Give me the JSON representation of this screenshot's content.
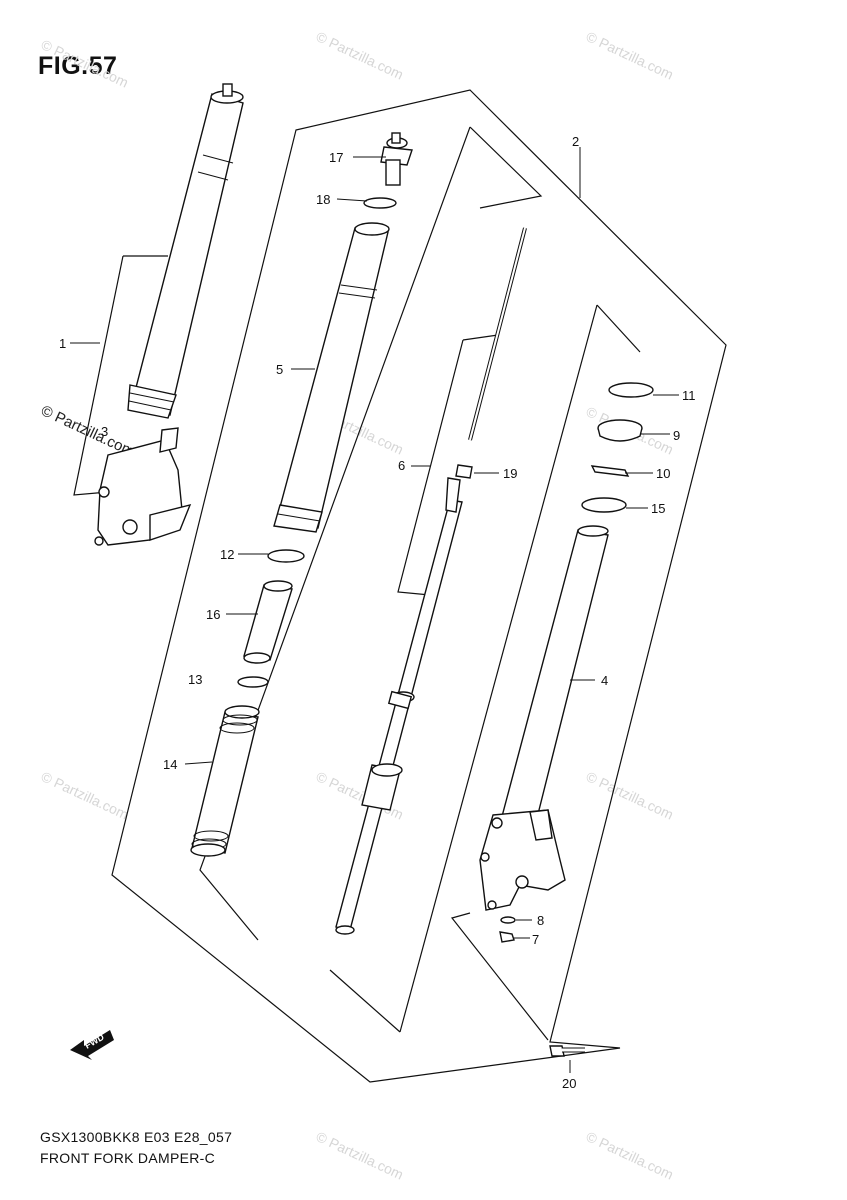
{
  "figure": {
    "title": "FIG.57"
  },
  "footer": {
    "model_code": "GSX1300BKK8 E03 E28_057",
    "caption": "FRONT FORK DAMPER-C"
  },
  "parts": [
    {
      "no": "1"
    },
    {
      "no": "2"
    },
    {
      "no": "3"
    },
    {
      "no": "4"
    },
    {
      "no": "5"
    },
    {
      "no": "6"
    },
    {
      "no": "7"
    },
    {
      "no": "8"
    },
    {
      "no": "9"
    },
    {
      "no": "10"
    },
    {
      "no": "11"
    },
    {
      "no": "12"
    },
    {
      "no": "13"
    },
    {
      "no": "14"
    },
    {
      "no": "15"
    },
    {
      "no": "16"
    },
    {
      "no": "17"
    },
    {
      "no": "18"
    },
    {
      "no": "19"
    },
    {
      "no": "20"
    }
  ],
  "watermark": {
    "text": "© Partzilla.com"
  },
  "fwd_arrow": {
    "text": "FWD"
  }
}
